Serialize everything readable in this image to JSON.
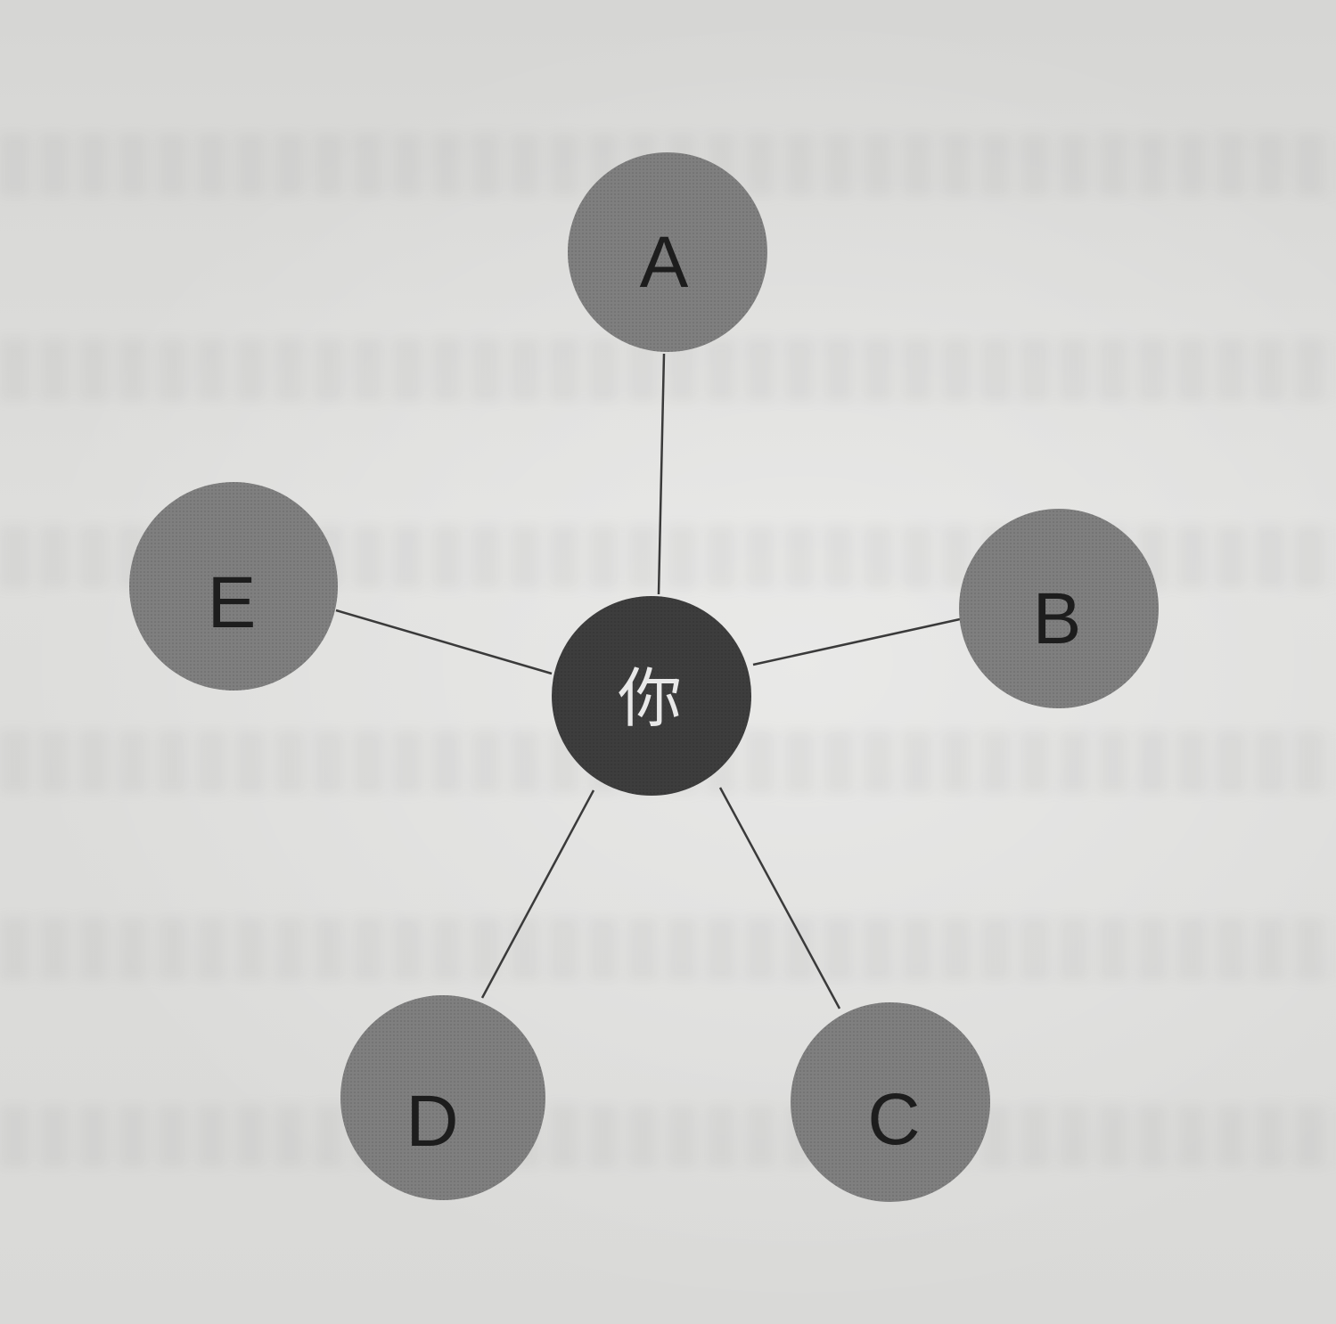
{
  "diagram": {
    "center": {
      "id": "center",
      "label": "你"
    },
    "nodes": [
      {
        "id": "A",
        "label": "A"
      },
      {
        "id": "B",
        "label": "B"
      },
      {
        "id": "C",
        "label": "C"
      },
      {
        "id": "D",
        "label": "D"
      },
      {
        "id": "E",
        "label": "E"
      }
    ],
    "edges": [
      {
        "from": "center",
        "to": "A"
      },
      {
        "from": "center",
        "to": "B"
      },
      {
        "from": "center",
        "to": "C"
      },
      {
        "from": "center",
        "to": "D"
      },
      {
        "from": "center",
        "to": "E"
      }
    ],
    "colors": {
      "outer_fill": "#7f7f7f",
      "center_fill": "#3d3d3d",
      "line": "#3a3a3a"
    }
  }
}
